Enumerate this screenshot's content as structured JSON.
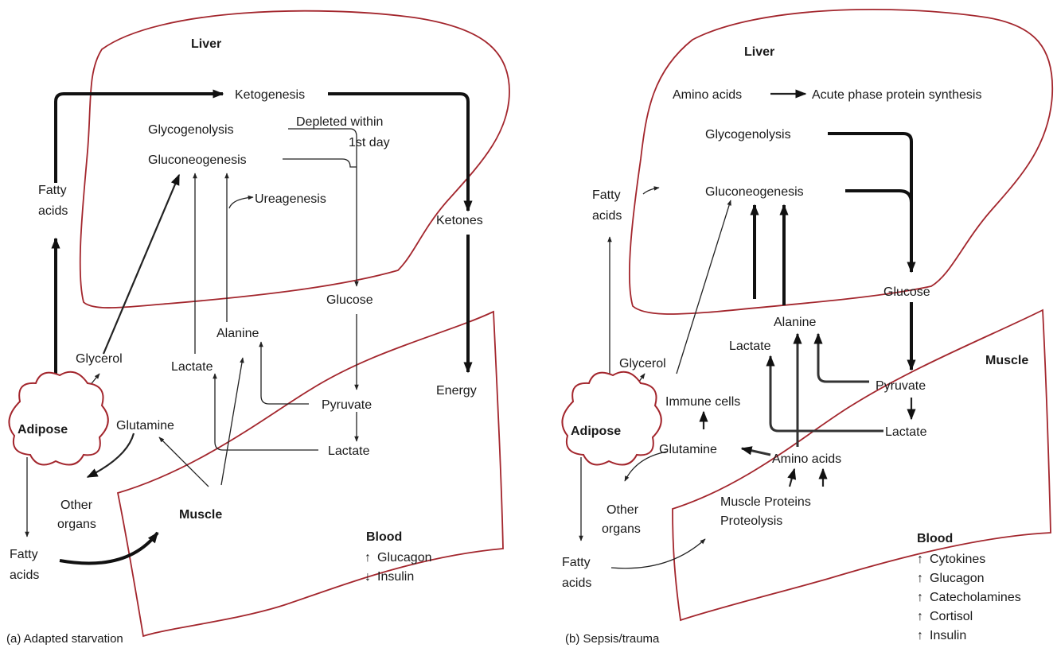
{
  "panel_a": {
    "caption": "(a) Adapted starvation",
    "liver": "Liver",
    "ketogenesis": "Ketogenesis",
    "glycogenolysis": "Glycogenolysis",
    "depleted_1": "Depleted within",
    "depleted_2": "1st day",
    "gluconeogenesis": "Gluconeogenesis",
    "ureagenesis": "Ureagenesis",
    "fatty_acids_1": "Fatty",
    "fatty_acids_2": "acids",
    "ketones": "Ketones",
    "glucose": "Glucose",
    "alanine": "Alanine",
    "glycerol": "Glycerol",
    "lactate_left": "Lactate",
    "energy": "Energy",
    "adipose": "Adipose",
    "glutamine": "Glutamine",
    "pyruvate": "Pyruvate",
    "lactate_right": "Lactate",
    "other_organs_1": "Other",
    "other_organs_2": "organs",
    "muscle": "Muscle",
    "blood": "Blood",
    "blood_items": [
      "Glucagon",
      "Insulin"
    ],
    "bottom_fatty_1": "Fatty",
    "bottom_fatty_2": "acids"
  },
  "panel_b": {
    "caption": "(b) Sepsis/trauma",
    "liver": "Liver",
    "amino_acids_top": "Amino acids",
    "acute_phase": "Acute phase protein synthesis",
    "glycogenolysis": "Glycogenolysis",
    "fatty_acids_1": "Fatty",
    "fatty_acids_2": "acids",
    "gluconeogenesis": "Gluconeogenesis",
    "glucose": "Glucose",
    "alanine": "Alanine",
    "lactate_mid": "Lactate",
    "glycerol": "Glycerol",
    "muscle": "Muscle",
    "pyruvate": "Pyruvate",
    "immune_cells": "Immune cells",
    "adipose": "Adipose",
    "lactate_right": "Lactate",
    "glutamine": "Glutamine",
    "amino_acids": "Amino acids",
    "muscle_proteins": "Muscle Proteins",
    "proteolysis": "Proteolysis",
    "other_organs_1": "Other",
    "other_organs_2": "organs",
    "blood": "Blood",
    "blood_items": [
      "Cytokines",
      "Glucagon",
      "Catecholamines",
      "Cortisol",
      "Insulin"
    ],
    "bottom_fatty_1": "Fatty",
    "bottom_fatty_2": "acids"
  },
  "colors": {
    "organ_outline": "#a3262d",
    "arrow": "#111111"
  }
}
